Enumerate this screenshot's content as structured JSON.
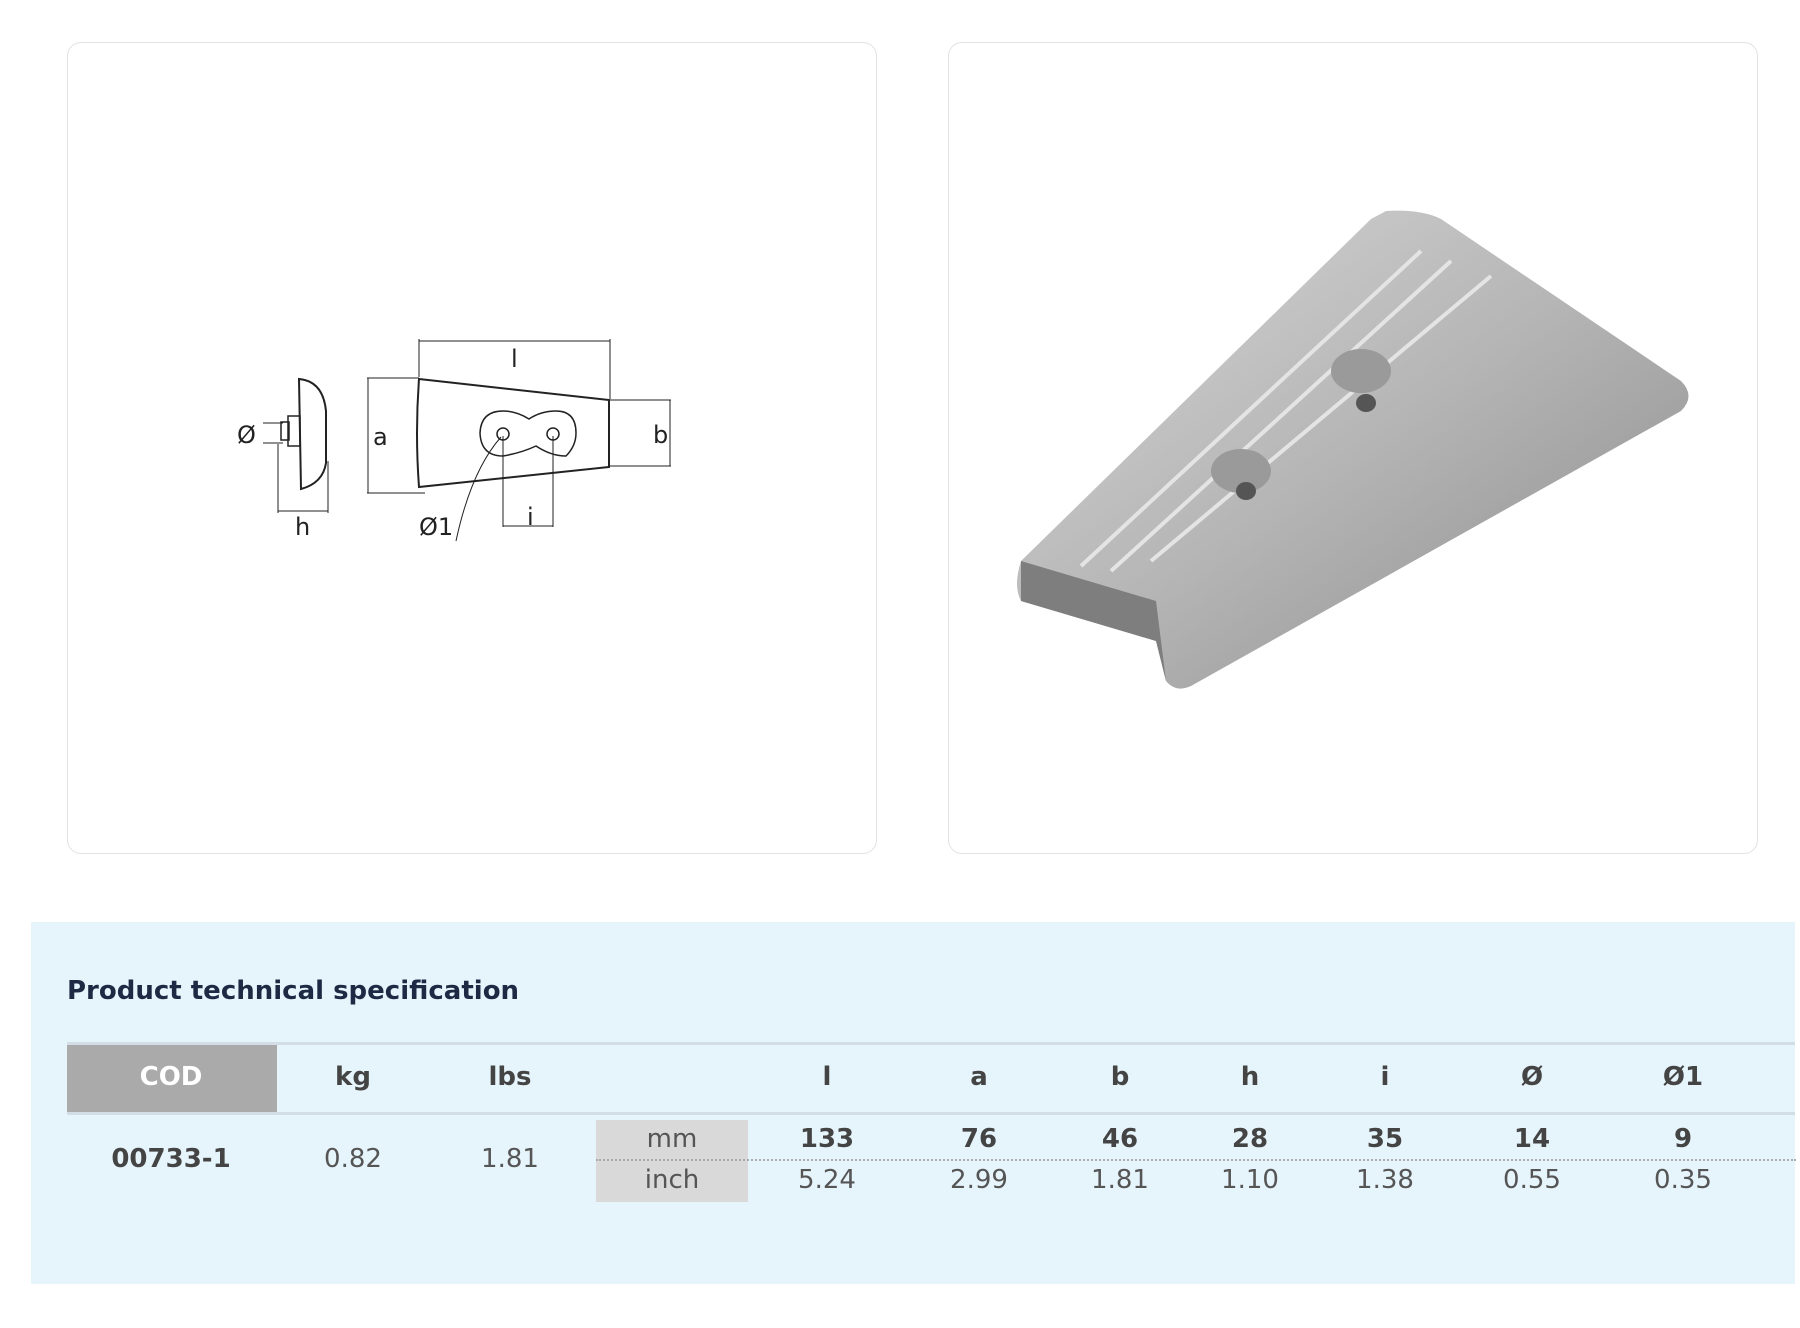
{
  "drawing": {
    "labels": {
      "diameter": "Ø",
      "h": "h",
      "a": "a",
      "l": "l",
      "b": "b",
      "diameter1": "Ø1",
      "i": "i"
    }
  },
  "spec": {
    "title": "Product technical specification",
    "headers": {
      "cod": "COD",
      "kg": "kg",
      "lbs": "lbs",
      "l": "l",
      "a": "a",
      "b": "b",
      "h": "h",
      "i": "i",
      "d": "Ø",
      "d1": "Ø1"
    },
    "row": {
      "cod": "00733-1",
      "kg": "0.82",
      "lbs": "1.81"
    },
    "units": {
      "mm": "mm",
      "inch": "inch"
    },
    "mm": {
      "l": "133",
      "a": "76",
      "b": "46",
      "h": "28",
      "i": "35",
      "d": "14",
      "d1": "9"
    },
    "inch": {
      "l": "5.24",
      "a": "2.99",
      "b": "1.81",
      "h": "1.10",
      "i": "1.38",
      "d": "0.55",
      "d1": "0.35"
    }
  },
  "colors": {
    "panel": "#e6f4fc",
    "cod_header": "#aaaaaa",
    "title": "#1e2a44"
  }
}
